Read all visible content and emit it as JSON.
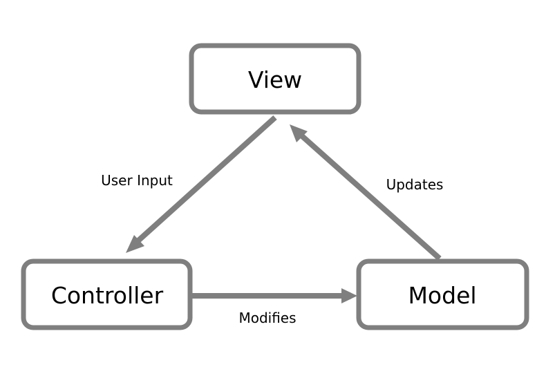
{
  "diagram": {
    "colors": {
      "stroke": "#7f7f7f",
      "text": "#000000",
      "background": "#ffffff"
    },
    "nodes": {
      "view": "View",
      "controller": "Controller",
      "model": "Model"
    },
    "edges": {
      "user_input": "User Input",
      "modifies": "Modifies",
      "updates": "Updates"
    }
  }
}
